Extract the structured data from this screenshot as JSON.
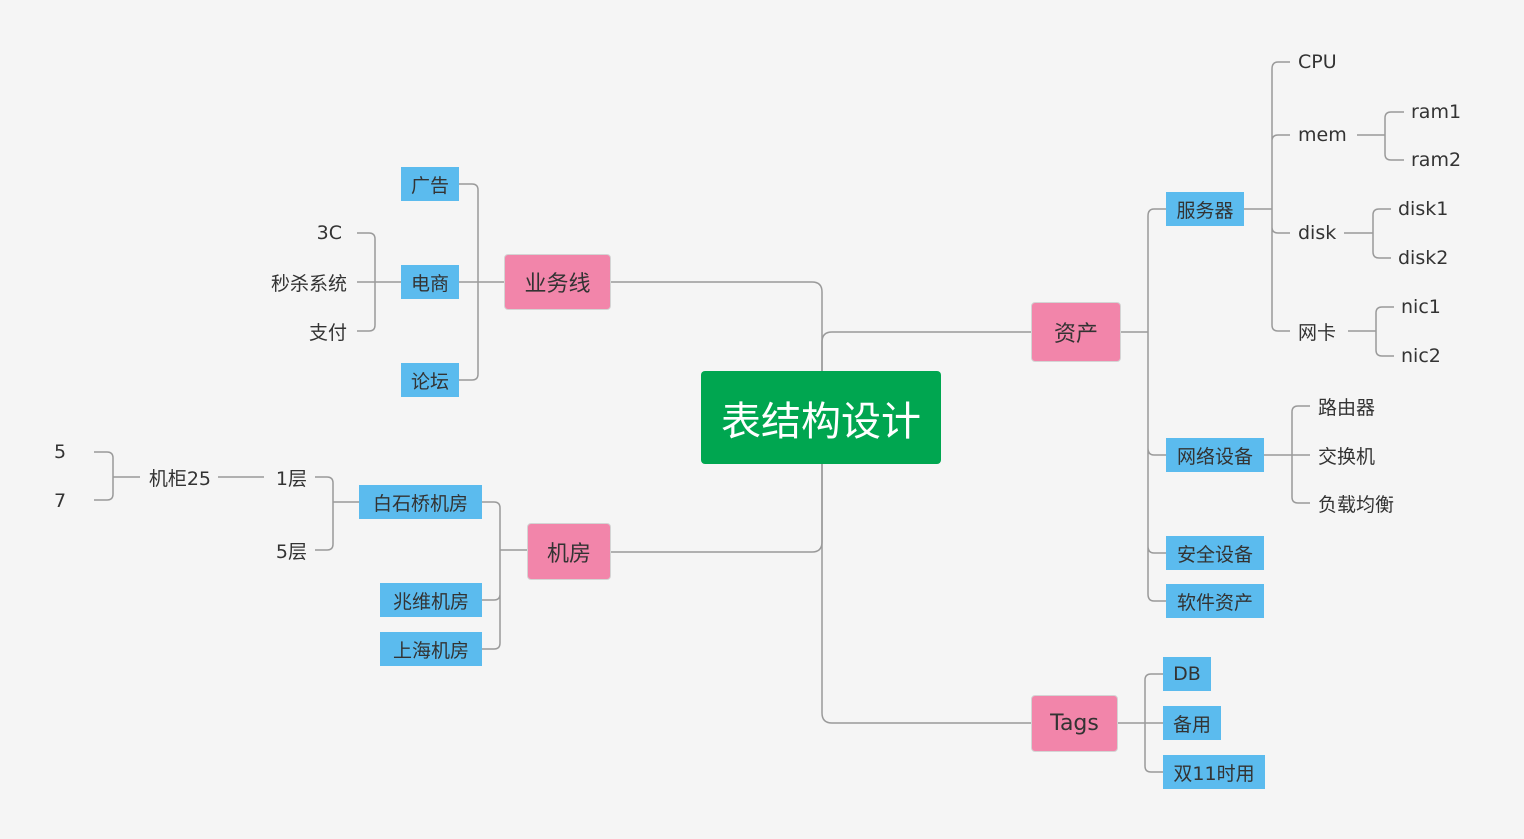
{
  "root": "表结构设计",
  "business_line": {
    "label": "业务线",
    "children": {
      "ads": "广告",
      "ecommerce": {
        "label": "电商",
        "children": [
          "3C",
          "秒杀系统",
          "支付"
        ]
      },
      "forum": "论坛"
    }
  },
  "datacenter": {
    "label": "机房",
    "children": {
      "baishiqiao": {
        "label": "白石桥机房",
        "children": {
          "floor1": {
            "label": "1层",
            "cabinet": {
              "label": "机柜25",
              "children": [
                "5",
                "7"
              ]
            }
          },
          "floor5": "5层"
        }
      },
      "zhaowei": "兆维机房",
      "shanghai": "上海机房"
    }
  },
  "assets": {
    "label": "资产",
    "children": {
      "server": {
        "label": "服务器",
        "children": {
          "cpu": "CPU",
          "mem": {
            "label": "mem",
            "children": [
              "ram1",
              "ram2"
            ]
          },
          "disk": {
            "label": "disk",
            "children": [
              "disk1",
              "disk2"
            ]
          },
          "nic": {
            "label": "网卡",
            "children": [
              "nic1",
              "nic2"
            ]
          }
        }
      },
      "network": {
        "label": "网络设备",
        "children": [
          "路由器",
          "交换机",
          "负载均衡"
        ]
      },
      "security": "安全设备",
      "software": "软件资产"
    }
  },
  "tags": {
    "label": "Tags",
    "children": [
      "DB",
      "备用",
      "双11时用"
    ]
  },
  "colors": {
    "root": "#00a650",
    "main": "#f285aa",
    "sub": "#5bbbee",
    "line": "#9a9a9a"
  }
}
